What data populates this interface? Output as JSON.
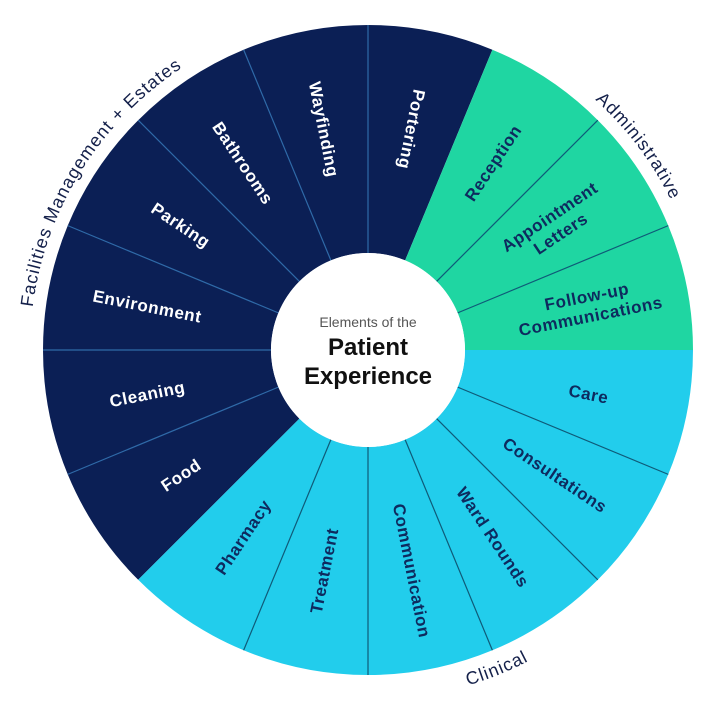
{
  "title": {
    "subtitle": "Elements of the",
    "line1": "Patient",
    "line2": "Experience"
  },
  "colors": {
    "facilities": "#0b1f55",
    "administrative": "#1fd6a2",
    "clinical": "#22cdec",
    "divider_dark": "#2f6aa8",
    "divider_light": "#0f5a78",
    "text_on_dark": "#ffffff",
    "text_on_light": "#0e2a5e",
    "center_fill": "#ffffff"
  },
  "groups": [
    {
      "id": "facilities",
      "label": "Facilities Management + Estates",
      "segments": [
        "Portering",
        "Wayfinding",
        "Bathrooms",
        "Parking",
        "Environment",
        "Cleaning",
        "Food"
      ]
    },
    {
      "id": "clinical",
      "label": "Clinical",
      "segments": [
        "Pharmacy",
        "Treatment",
        "Communication",
        "Ward Rounds",
        "Consultations",
        "Care"
      ]
    },
    {
      "id": "administrative",
      "label": "Administrative",
      "segments": [
        "Follow-up Communications",
        "Appointment Letters",
        "Reception"
      ]
    }
  ],
  "segment_lines": {
    "Follow-up Communications": [
      "Follow-up",
      "Communications"
    ],
    "Appointment Letters": [
      "Appointment",
      "Letters"
    ]
  }
}
